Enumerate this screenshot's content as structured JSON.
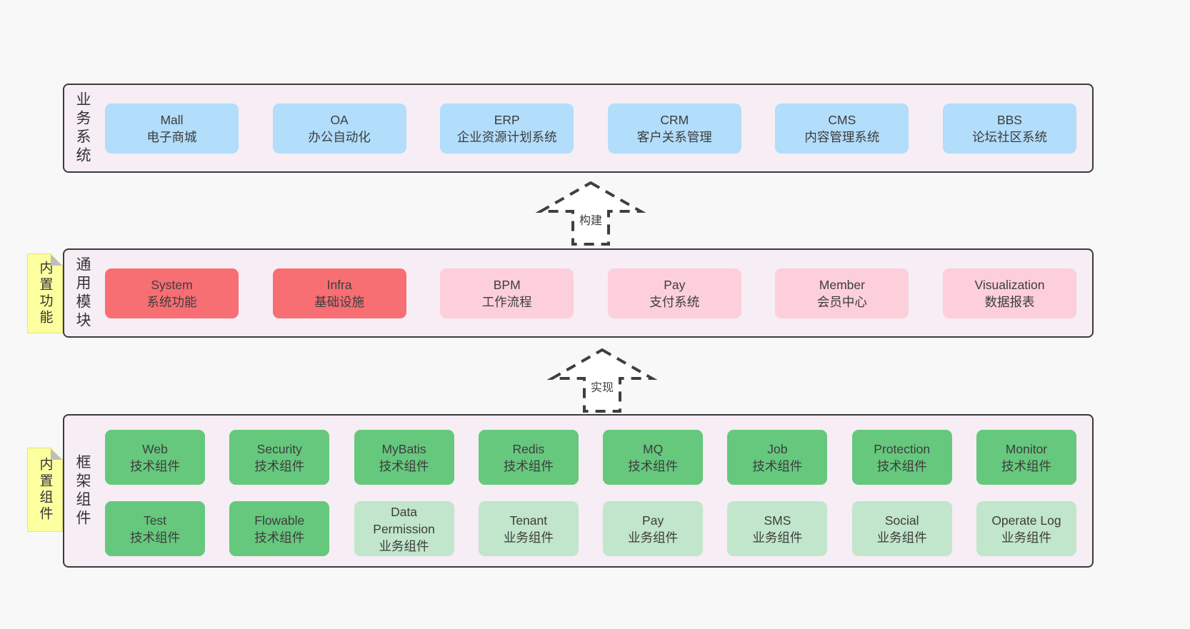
{
  "colors": {
    "page_bg": "#f8f8f8",
    "section_bg": "#f6edf5",
    "section_border": "#3b3b3b",
    "box_blue": "#b2ddfb",
    "box_red": "#f76e73",
    "box_pink": "#fccfda",
    "box_green_dark": "#66c87d",
    "box_green_light": "#c1e6cb",
    "note_yellow": "#fdff9e",
    "arrow_stroke": "#3f3f3f",
    "text": "#3d3d3d"
  },
  "arrows": [
    {
      "label": "构建"
    },
    {
      "label": "实现"
    }
  ],
  "sections": [
    {
      "label": "业务系统",
      "boxes": [
        {
          "title": "Mall",
          "subtitle": "电子商城"
        },
        {
          "title": "OA",
          "subtitle": "办公自动化"
        },
        {
          "title": "ERP",
          "subtitle": "企业资源计划系统"
        },
        {
          "title": "CRM",
          "subtitle": "客户关系管理"
        },
        {
          "title": "CMS",
          "subtitle": "内容管理系统"
        },
        {
          "title": "BBS",
          "subtitle": "论坛社区系统"
        }
      ]
    },
    {
      "label": "通用模块",
      "note": "内置功能",
      "boxes": [
        {
          "title": "System",
          "subtitle": "系统功能"
        },
        {
          "title": "Infra",
          "subtitle": "基础设施"
        },
        {
          "title": "BPM",
          "subtitle": "工作流程"
        },
        {
          "title": "Pay",
          "subtitle": "支付系统"
        },
        {
          "title": "Member",
          "subtitle": "会员中心"
        },
        {
          "title": "Visualization",
          "subtitle": "数据报表"
        }
      ]
    },
    {
      "label": "框架组件",
      "note": "内置组件",
      "rows": [
        [
          {
            "title": "Web",
            "subtitle": "技术组件"
          },
          {
            "title": "Security",
            "subtitle": "技术组件"
          },
          {
            "title": "MyBatis",
            "subtitle": "技术组件"
          },
          {
            "title": "Redis",
            "subtitle": "技术组件"
          },
          {
            "title": "MQ",
            "subtitle": "技术组件"
          },
          {
            "title": "Job",
            "subtitle": "技术组件"
          },
          {
            "title": "Protection",
            "subtitle": "技术组件"
          },
          {
            "title": "Monitor",
            "subtitle": "技术组件"
          }
        ],
        [
          {
            "title": "Test",
            "subtitle": "技术组件"
          },
          {
            "title": "Flowable",
            "subtitle": "技术组件"
          },
          {
            "title": "Data Permission",
            "subtitle": "业务组件"
          },
          {
            "title": "Tenant",
            "subtitle": "业务组件"
          },
          {
            "title": "Pay",
            "subtitle": "业务组件"
          },
          {
            "title": "SMS",
            "subtitle": "业务组件"
          },
          {
            "title": "Social",
            "subtitle": "业务组件"
          },
          {
            "title": "Operate Log",
            "subtitle": "业务组件"
          }
        ]
      ]
    }
  ]
}
